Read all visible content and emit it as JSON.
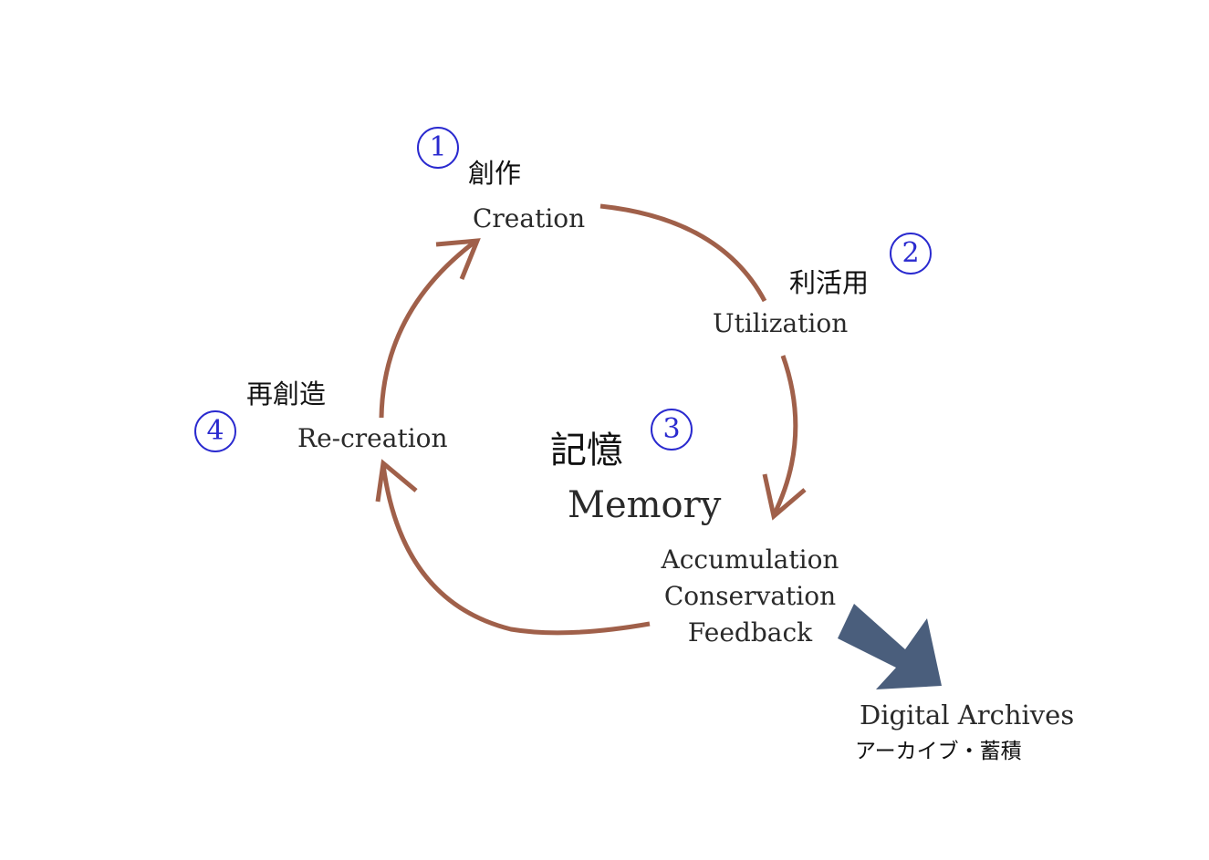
{
  "colors": {
    "cycle_arrow": "#a0604a",
    "archive_arrow": "#4a5e7c",
    "number_circle": "#2a2acf"
  },
  "stages": [
    {
      "number": "1",
      "ja": "創作",
      "en": "Creation"
    },
    {
      "number": "2",
      "ja": "利活用",
      "en": "Utilization"
    },
    {
      "number": "3",
      "ja": "記憶",
      "en": "Memory"
    },
    {
      "number": "4",
      "ja": "再創造",
      "en": "Re-creation"
    }
  ],
  "memory_functions": [
    "Accumulation",
    "Conservation",
    "Feedback"
  ],
  "output": {
    "en": "Digital Archives",
    "ja": "アーカイブ・蓄積"
  }
}
